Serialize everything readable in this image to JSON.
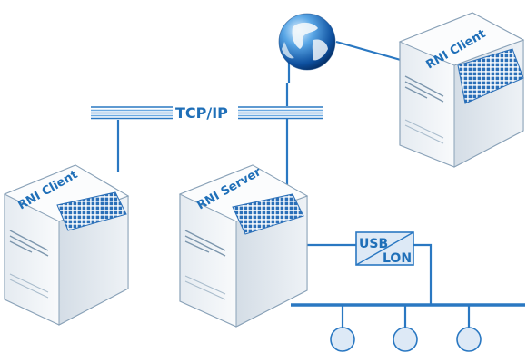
{
  "network": {
    "label": "TCP/IP"
  },
  "nodes": {
    "left_client": {
      "label": "RNI Client"
    },
    "server": {
      "label": "RNI Server"
    },
    "right_client": {
      "label": "RNI Client"
    }
  },
  "converter": {
    "top_label": "USB",
    "bottom_label": "LON"
  },
  "colors": {
    "line": "#2a78c2",
    "label": "#1f6fb8",
    "server_edge": "#8aa2b8",
    "server_fill": "#f2f5f8",
    "grid": "#2a6fb8",
    "node_fill": "#dde9f6"
  },
  "icons": {
    "internet": "globe-icon",
    "server": "server-tower-icon",
    "device": "lon-node-icon"
  }
}
